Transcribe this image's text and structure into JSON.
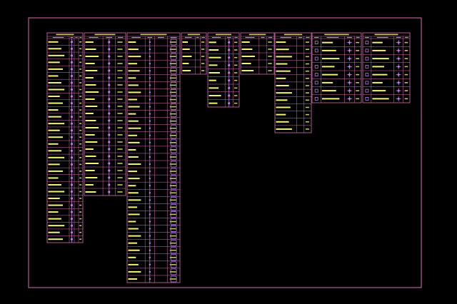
{
  "drawing": {
    "kind": "cad-legend-sheet",
    "colors": {
      "background": "#000000",
      "frame": "#d46fb0",
      "text": "#f2f27a",
      "symbols": "#c27ae6"
    },
    "tables": [
      {
        "id": "t1",
        "name": "legend-table-1",
        "columns": 4,
        "rows": 30,
        "symbol_kind": "dot"
      },
      {
        "id": "t2",
        "name": "legend-table-2",
        "columns": 3,
        "rows": 22,
        "symbol_kind": "dot"
      },
      {
        "id": "t3",
        "name": "legend-table-3",
        "columns": 4,
        "rows": 34,
        "symbol_kind": "square"
      },
      {
        "id": "t4",
        "name": "legend-table-4",
        "columns": 3,
        "rows": 5,
        "symbol_kind": "none"
      },
      {
        "id": "t5",
        "name": "legend-table-5",
        "columns": 3,
        "rows": 9,
        "symbol_kind": "dot"
      },
      {
        "id": "t6",
        "name": "legend-table-6",
        "columns": 3,
        "rows": 5,
        "symbol_kind": "none"
      },
      {
        "id": "t7",
        "name": "legend-table-7",
        "columns": 3,
        "rows": 13,
        "symbol_kind": "none"
      },
      {
        "id": "t8",
        "name": "legend-table-8",
        "columns": 4,
        "rows": 8,
        "symbol_kind": "cross"
      },
      {
        "id": "t9",
        "name": "legend-table-9",
        "columns": 4,
        "rows": 8,
        "symbol_kind": "cross"
      }
    ]
  }
}
